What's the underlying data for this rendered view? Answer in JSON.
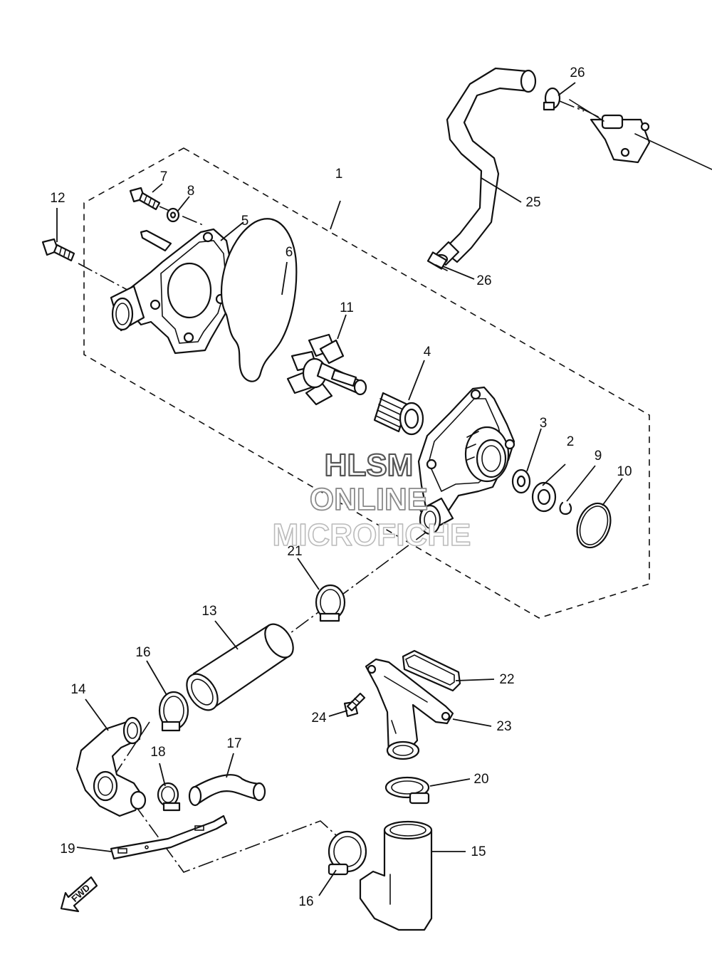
{
  "watermark": {
    "line1": "HLSM",
    "line2": "ONLINE",
    "line3": "MICROFICHE"
  },
  "direction_arrow": {
    "label": "FWD"
  },
  "callouts": [
    {
      "id": "c1",
      "label": "1"
    },
    {
      "id": "c2",
      "label": "2"
    },
    {
      "id": "c3",
      "label": "3"
    },
    {
      "id": "c4",
      "label": "4"
    },
    {
      "id": "c5",
      "label": "5"
    },
    {
      "id": "c6",
      "label": "6"
    },
    {
      "id": "c7",
      "label": "7"
    },
    {
      "id": "c8",
      "label": "8"
    },
    {
      "id": "c9",
      "label": "9"
    },
    {
      "id": "c10",
      "label": "10"
    },
    {
      "id": "c11",
      "label": "11"
    },
    {
      "id": "c12",
      "label": "12"
    },
    {
      "id": "c13",
      "label": "13"
    },
    {
      "id": "c14",
      "label": "14"
    },
    {
      "id": "c15",
      "label": "15"
    },
    {
      "id": "c16a",
      "label": "16"
    },
    {
      "id": "c16b",
      "label": "16"
    },
    {
      "id": "c17",
      "label": "17"
    },
    {
      "id": "c18",
      "label": "18"
    },
    {
      "id": "c19",
      "label": "19"
    },
    {
      "id": "c20",
      "label": "20"
    },
    {
      "id": "c21",
      "label": "21"
    },
    {
      "id": "c22",
      "label": "22"
    },
    {
      "id": "c23",
      "label": "23"
    },
    {
      "id": "c24",
      "label": "24"
    },
    {
      "id": "c25",
      "label": "25"
    },
    {
      "id": "c26a",
      "label": "26"
    },
    {
      "id": "c26b",
      "label": "26"
    }
  ]
}
